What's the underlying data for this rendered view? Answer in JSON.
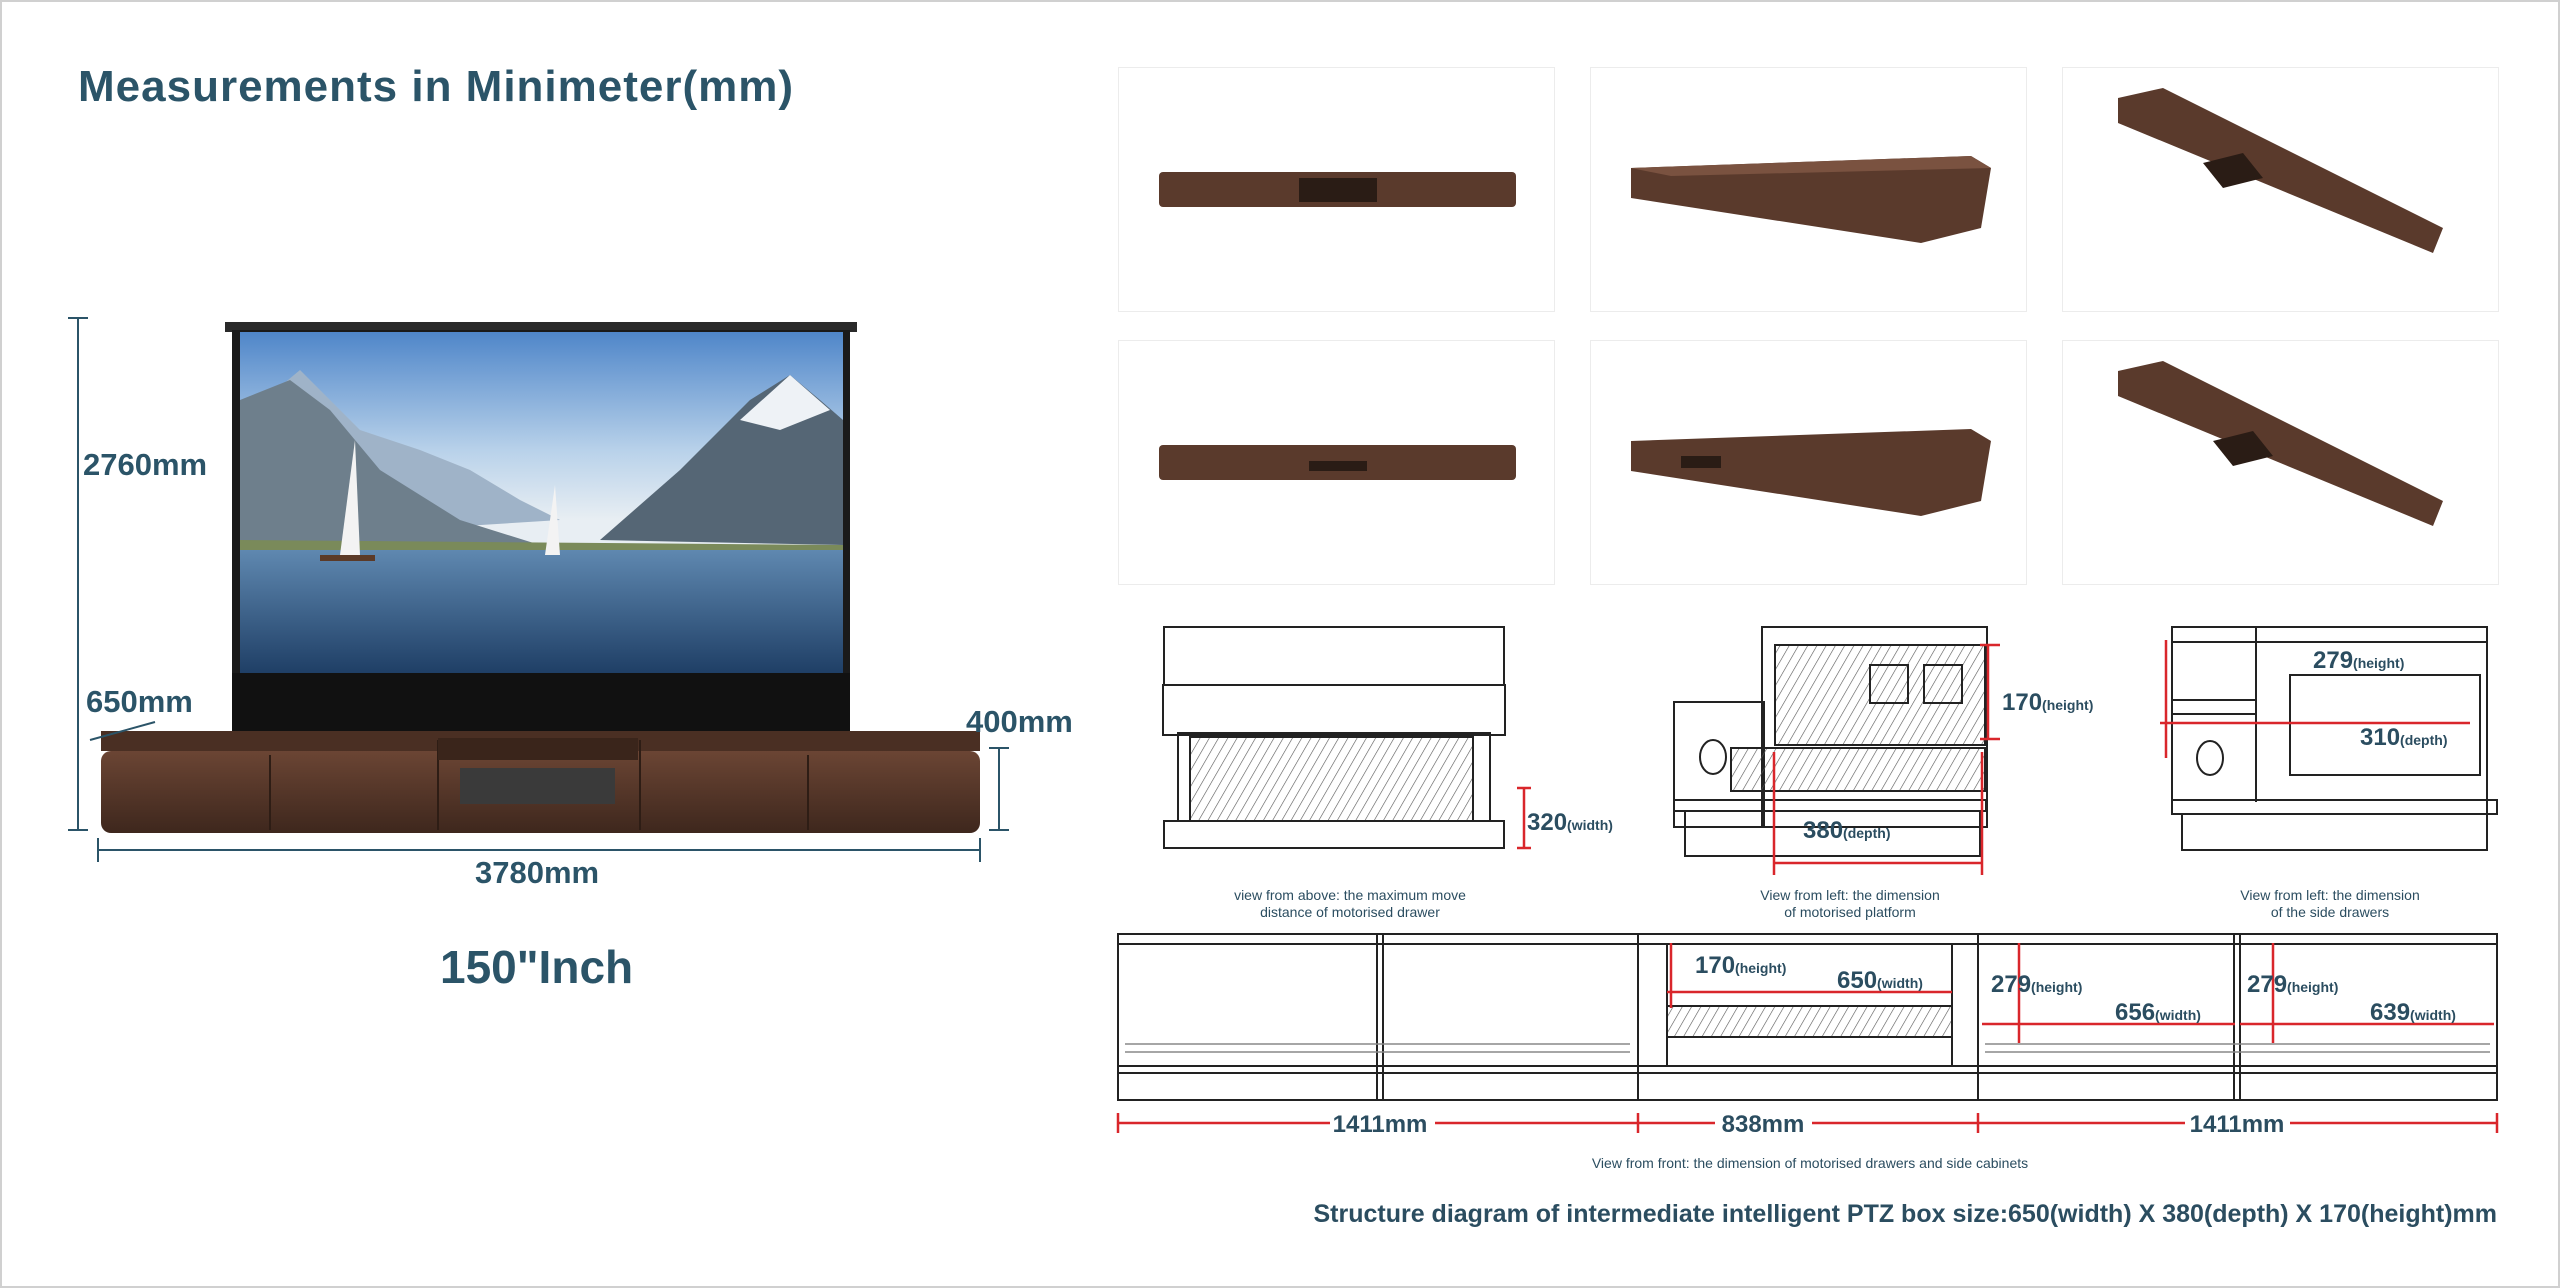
{
  "title": "Measurements in Minimeter(mm)",
  "product": {
    "height": "2760mm",
    "depth": "650mm",
    "cabinet_height": "400mm",
    "width": "3780mm",
    "size": "150\"Inch"
  },
  "drawings": {
    "top_view": {
      "dim_value": "320",
      "dim_unit": "(width)",
      "caption_1": "view from above: the maximum move",
      "caption_2": "distance of motorised drawer"
    },
    "left_platform": {
      "h_value": "170",
      "h_unit": "(height)",
      "d_value": "380",
      "d_unit": "(depth)",
      "caption_1": "View from left: the dimension",
      "caption_2": "of motorised platform"
    },
    "left_side": {
      "h_value": "279",
      "h_unit": "(height)",
      "d_value": "310",
      "d_unit": "(depth)",
      "caption_1": "View from left: the dimension",
      "caption_2": "of the side drawers"
    }
  },
  "front_view": {
    "center_h": "170",
    "center_w": "650",
    "right1_h": "279",
    "right1_w": "656",
    "right2_h": "279",
    "right2_w": "639",
    "h_unit": "(height)",
    "w_unit": "(width)",
    "seg1": "1411mm",
    "seg2": "838mm",
    "seg3": "1411mm",
    "caption": "View from front: the dimension of motorised drawers and side cabinets"
  },
  "bottom_title": "Structure diagram of intermediate intelligent PTZ box size:650(width) X 380(depth) X 170(height)mm",
  "colors": {
    "text": "#2b5468",
    "dim_red": "#d9262b",
    "wood": "#5a3a2c"
  }
}
